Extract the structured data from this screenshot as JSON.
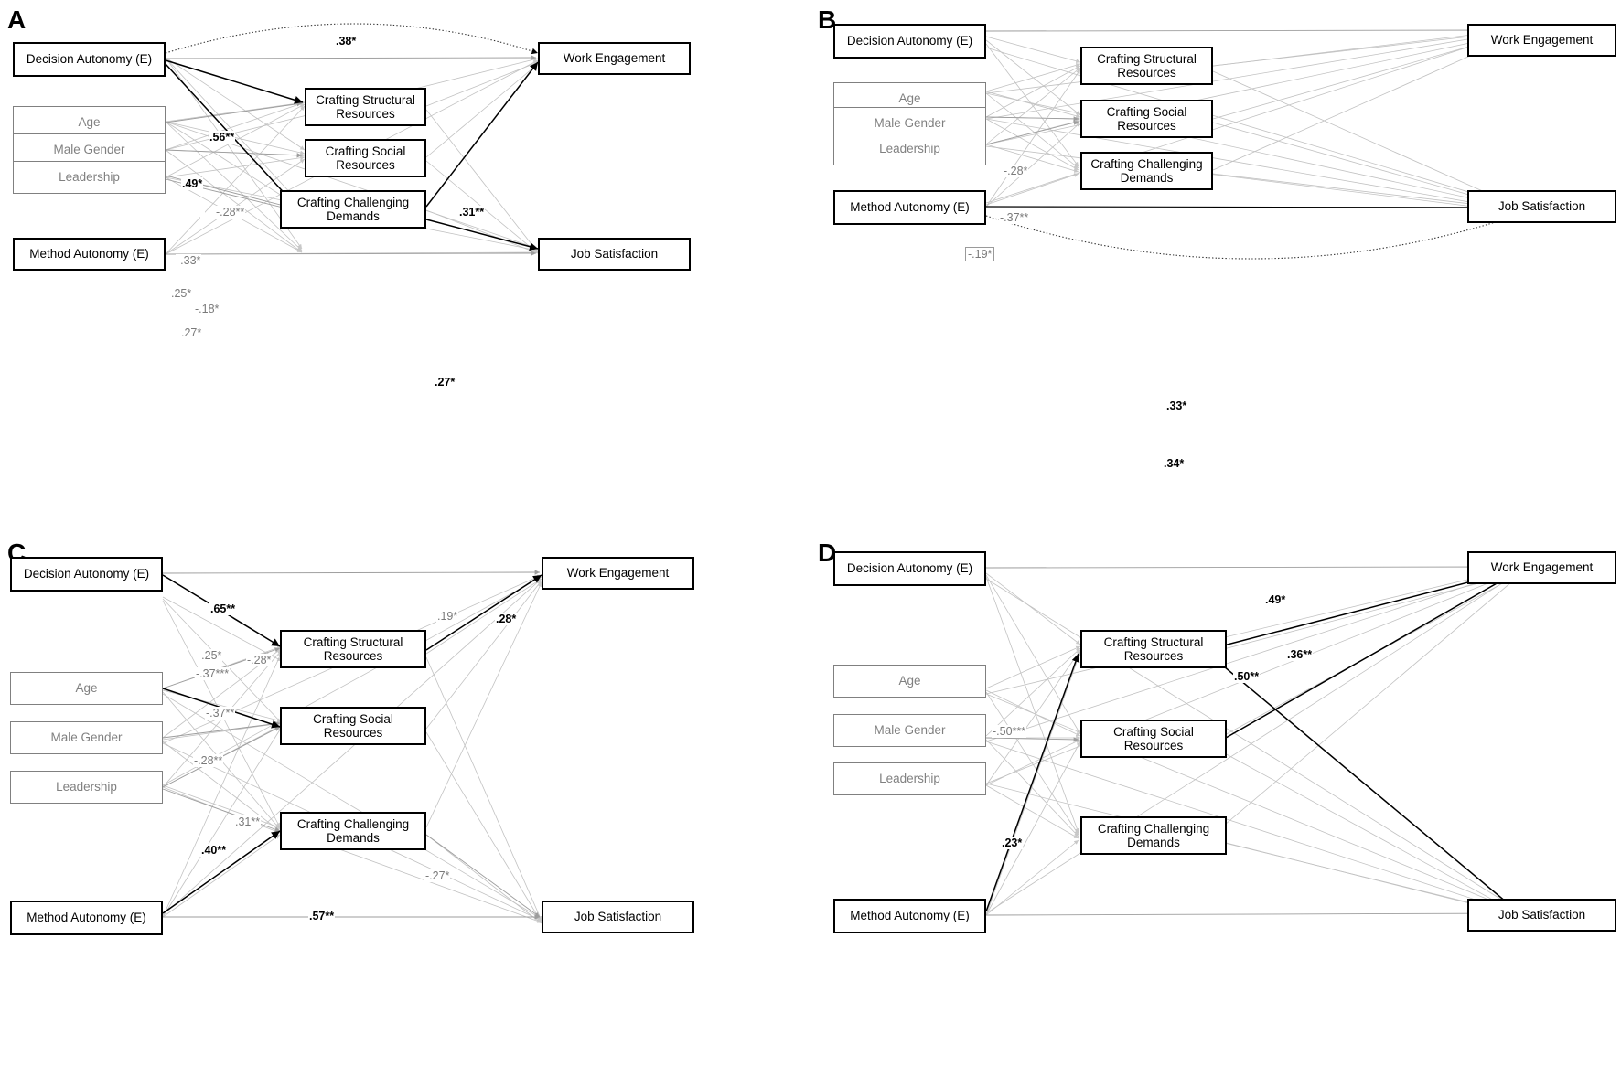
{
  "figure": {
    "type": "path-diagram-multi-panel",
    "panel_count": 4,
    "description": "Four structural equation path models (A, B, C, D) relating autonomy predictors and controls to job crafting mediators and work outcomes"
  },
  "legend": {
    "predictor_style": "black bordered box",
    "control_style": "grey bordered box",
    "significant_path_style": "black arrow",
    "nonsignificant_path_style": "grey arrow",
    "correlation_style": "dotted curved arrow"
  },
  "panels": [
    {
      "letter": "A",
      "nodes": {
        "decision_autonomy": "Decision Autonomy (E)",
        "age": "Age",
        "male_gender": "Male Gender",
        "leadership": "Leadership",
        "method_autonomy": "Method Autonomy (E)",
        "crafting_structural": "Crafting Structural Resources",
        "crafting_social": "Crafting Social Resources",
        "crafting_challenging": "Crafting Challenging Demands",
        "work_engagement": "Work Engagement",
        "job_satisfaction": "Job Satisfaction"
      },
      "coefficients": [
        {
          "id": "a1",
          "value": ".38*",
          "from": "decision_autonomy",
          "to": "work_engagement",
          "style": "dark"
        },
        {
          "id": "a2",
          "value": ".56**",
          "from": "decision_autonomy",
          "to": "crafting_structural",
          "style": "dark"
        },
        {
          "id": "a3",
          "value": ".49*",
          "from": "decision_autonomy",
          "to": "crafting_challenging",
          "style": "dark"
        },
        {
          "id": "a4",
          "value": "-.28**",
          "from": "age",
          "to": "crafting_structural",
          "style": "grey"
        },
        {
          "id": "a5",
          "value": "-.33*",
          "from": "male_gender",
          "to": "crafting_social",
          "style": "grey"
        },
        {
          "id": "a6",
          "value": ".25*",
          "from": "leadership",
          "to": "crafting_social",
          "style": "grey"
        },
        {
          "id": "a7",
          "value": "-.18*",
          "from": "leadership",
          "to": "crafting_challenging",
          "style": "grey"
        },
        {
          "id": "a8",
          "value": ".27*",
          "from": "leadership",
          "to": "crafting_challenging",
          "style": "grey"
        },
        {
          "id": "a9",
          "value": ".31**",
          "from": "crafting_challenging",
          "to": "work_engagement",
          "style": "dark"
        },
        {
          "id": "a10",
          "value": ".27*",
          "from": "crafting_challenging",
          "to": "job_satisfaction",
          "style": "dark"
        }
      ]
    },
    {
      "letter": "B",
      "nodes": {
        "decision_autonomy": "Decision Autonomy (E)",
        "age": "Age",
        "male_gender": "Male Gender",
        "leadership": "Leadership",
        "method_autonomy": "Method Autonomy (E)",
        "crafting_structural": "Crafting Structural Resources",
        "crafting_social": "Crafting Social Resources",
        "crafting_challenging": "Crafting Challenging Demands",
        "work_engagement": "Work Engagement",
        "job_satisfaction": "Job Satisfaction"
      },
      "coefficients": [
        {
          "id": "b1",
          "value": "-.28*",
          "from": "age",
          "to": "crafting_structural",
          "style": "grey"
        },
        {
          "id": "b2",
          "value": "-.37**",
          "from": "male_gender",
          "to": "crafting_social",
          "style": "grey"
        },
        {
          "id": "b3",
          "value": "-.19*",
          "from": "leadership",
          "to": "crafting_social",
          "style": "grey-boxed"
        },
        {
          "id": "b4",
          "value": ".33*",
          "from": "method_autonomy",
          "to": "job_satisfaction",
          "style": "dark"
        },
        {
          "id": "b5",
          "value": ".34*",
          "from": "method_autonomy",
          "to": "job_satisfaction",
          "style": "dark"
        }
      ]
    },
    {
      "letter": "C",
      "nodes": {
        "decision_autonomy": "Decision Autonomy (E)",
        "age": "Age",
        "male_gender": "Male Gender",
        "leadership": "Leadership",
        "method_autonomy": "Method Autonomy (E)",
        "crafting_structural": "Crafting Structural Resources",
        "crafting_social": "Crafting Social Resources",
        "crafting_challenging": "Crafting Challenging Demands",
        "work_engagement": "Work Engagement",
        "job_satisfaction": "Job Satisfaction"
      },
      "coefficients": [
        {
          "id": "c1",
          "value": ".65**",
          "from": "decision_autonomy",
          "to": "crafting_structural",
          "style": "dark"
        },
        {
          "id": "c2",
          "value": ".19*",
          "from": "crafting_structural",
          "to": "work_engagement",
          "style": "grey"
        },
        {
          "id": "c3",
          "value": ".28*",
          "from": "crafting_structural",
          "to": "work_engagement",
          "style": "dark"
        },
        {
          "id": "c4",
          "value": "-.25*",
          "from": "age",
          "to": "crafting_structural",
          "style": "grey"
        },
        {
          "id": "c5",
          "value": "-.28*",
          "from": "age",
          "to": "crafting_structural",
          "style": "grey"
        },
        {
          "id": "c6",
          "value": "-.37***",
          "from": "age",
          "to": "crafting_social",
          "style": "grey"
        },
        {
          "id": "c7",
          "value": "-.37**",
          "from": "male_gender",
          "to": "crafting_social",
          "style": "grey"
        },
        {
          "id": "c8",
          "value": "-.28**",
          "from": "leadership",
          "to": "crafting_social",
          "style": "grey"
        },
        {
          "id": "c9",
          "value": ".31**",
          "from": "leadership",
          "to": "crafting_challenging",
          "style": "grey"
        },
        {
          "id": "c10",
          "value": ".40**",
          "from": "method_autonomy",
          "to": "crafting_challenging",
          "style": "dark"
        },
        {
          "id": "c11",
          "value": "-.27*",
          "from": "crafting_challenging",
          "to": "job_satisfaction",
          "style": "grey"
        },
        {
          "id": "c12",
          "value": ".57**",
          "from": "method_autonomy",
          "to": "job_satisfaction",
          "style": "dark"
        }
      ]
    },
    {
      "letter": "D",
      "nodes": {
        "decision_autonomy": "Decision Autonomy (E)",
        "age": "Age",
        "male_gender": "Male Gender",
        "leadership": "Leadership",
        "method_autonomy": "Method Autonomy (E)",
        "crafting_structural": "Crafting Structural Resources",
        "crafting_social": "Crafting Social Resources",
        "crafting_challenging": "Crafting Challenging Demands",
        "work_engagement": "Work Engagement",
        "job_satisfaction": "Job Satisfaction"
      },
      "coefficients": [
        {
          "id": "d1",
          "value": ".49*",
          "from": "crafting_structural",
          "to": "work_engagement",
          "style": "dark"
        },
        {
          "id": "d2",
          "value": ".36**",
          "from": "crafting_social",
          "to": "work_engagement",
          "style": "dark"
        },
        {
          "id": "d3",
          "value": ".50**",
          "from": "crafting_structural",
          "to": "job_satisfaction",
          "style": "dark"
        },
        {
          "id": "d4",
          "value": "-.50***",
          "from": "male_gender",
          "to": "crafting_social",
          "style": "grey"
        },
        {
          "id": "d5",
          "value": ".23*",
          "from": "method_autonomy",
          "to": "crafting_structural",
          "style": "dark"
        }
      ]
    }
  ],
  "colors": {
    "primary_border": "#000000",
    "control_border": "#808080",
    "control_text": "#808080",
    "grey_edge": "#9d9d9d",
    "light_edge": "#c8c8c8",
    "dark_edge": "#000000",
    "coef_grey": "#7a7a7a",
    "background": "#ffffff"
  }
}
